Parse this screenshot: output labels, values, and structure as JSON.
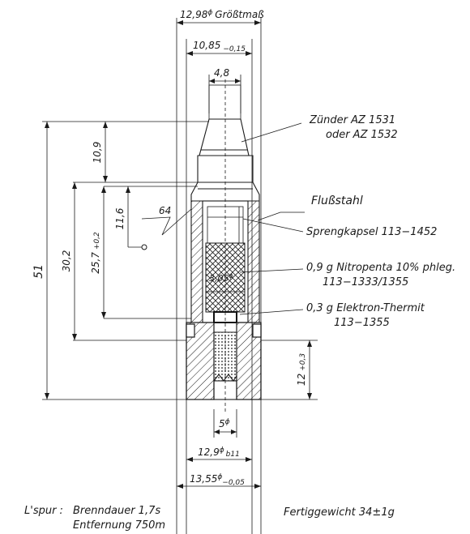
{
  "dimensions": {
    "max_diameter": "12,98",
    "max_diameter_sup": "ϕ",
    "max_diameter_suffix": "Größtmaß",
    "upper_diameter": "10,85",
    "upper_diameter_tol": "−0,15",
    "fuze_width": "4,8",
    "length_fuze": "10,9",
    "length_total": "51",
    "length_body": "30,2",
    "length_inner": "25,7",
    "length_inner_tol": "+0,2",
    "length_upper": "11,6",
    "angle": "64",
    "inner_diameter": "3,05",
    "inner_diameter_sup": "ϕ",
    "tracer_length": "12",
    "tracer_length_tol": "+0,3",
    "tracer_diameter": "5",
    "tracer_diameter_sup": "ϕ",
    "lower_diameter": "12,9",
    "lower_diameter_sup": "ϕ",
    "lower_diameter_fit": "b11",
    "base_diameter": "13,55",
    "base_diameter_sup": "ϕ",
    "base_diameter_tol": "−0,05"
  },
  "labels": {
    "fuze_line1": "Zünder  AZ 1531",
    "fuze_line2": "oder   AZ 1532",
    "steel": "Flußstahl",
    "capsule": "Sprengkapsel 113−1452",
    "charge_line1": "0,9 g Nitropenta 10% phleg.",
    "charge_line2": "113−1333/1355",
    "thermite_line1": "0,3 g Elektron-Thermit",
    "thermite_line2": "113−1355"
  },
  "footer": {
    "tracer_prefix": "L'spur :",
    "tracer_burn": "Brenndauer 1,7s",
    "tracer_range": "Entfernung 750m",
    "weight": "Fertiggewicht 34±1g"
  }
}
